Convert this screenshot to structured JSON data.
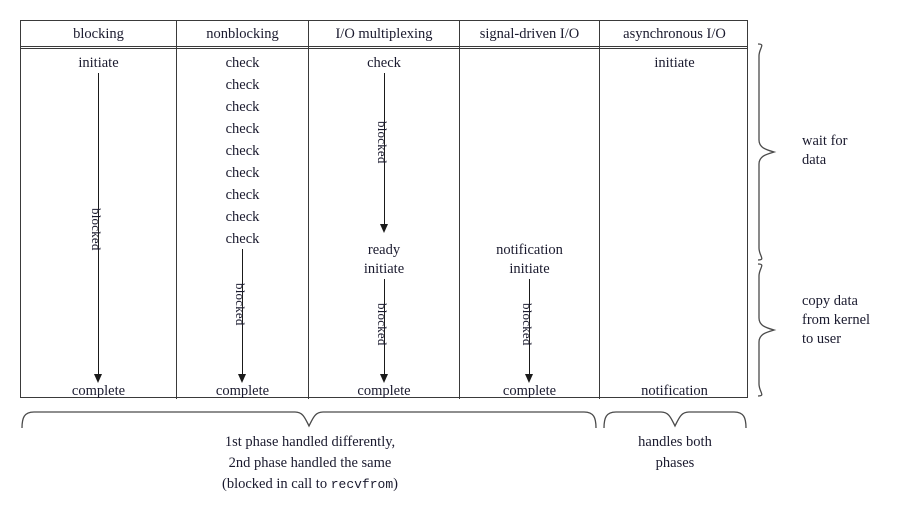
{
  "figure": {
    "title": "I/O models comparison",
    "colors": {
      "line": "#3a3a3a",
      "arrow": "#1a1a1a",
      "brace": "#4a4a4a",
      "text": "#1a1a2e",
      "background": "#ffffff"
    }
  },
  "table": {
    "headers": [
      "blocking",
      "nonblocking",
      "I/O multiplexing",
      "signal-driven I/O",
      "asynchronous I/O"
    ],
    "columns": [
      {
        "name": "blocking",
        "top_label": "initiate",
        "checks": [],
        "mid_labels": [],
        "blocked_label": "blocked",
        "bottom_label": "complete",
        "arrows": 1
      },
      {
        "name": "nonblocking",
        "top_label": "check",
        "checks": [
          "check",
          "check",
          "check",
          "check",
          "check",
          "check",
          "check",
          "check",
          "check"
        ],
        "mid_labels": [],
        "blocked_label": "blocked",
        "bottom_label": "complete",
        "arrows": 1
      },
      {
        "name": "I/O multiplexing",
        "top_label": "check",
        "checks": [],
        "mid_labels": [
          "ready",
          "initiate"
        ],
        "blocked_label": "blocked",
        "blocked_label_2": "blocked",
        "bottom_label": "complete",
        "arrows": 2
      },
      {
        "name": "signal-driven I/O",
        "top_label": "",
        "checks": [],
        "mid_labels": [
          "notification",
          "initiate"
        ],
        "blocked_label": "blocked",
        "bottom_label": "complete",
        "arrows": 1
      },
      {
        "name": "asynchronous I/O",
        "top_label": "initiate",
        "checks": [],
        "mid_labels": [],
        "blocked_label": "",
        "bottom_label": "notification",
        "arrows": 0
      }
    ]
  },
  "side_braces": [
    {
      "label_line1": "wait for",
      "label_line2": "data",
      "label_line3": ""
    },
    {
      "label_line1": "copy data",
      "label_line2": "from kernel",
      "label_line3": "to user"
    }
  ],
  "bottom_braces": [
    {
      "line1": "1st phase handled differently,",
      "line2": "2nd phase handled the same",
      "line3_pre": "(blocked in call to ",
      "line3_mono": "recvfrom",
      "line3_post": ")"
    },
    {
      "line1": "handles both",
      "line2": "phases",
      "line3_pre": "",
      "line3_mono": "",
      "line3_post": ""
    }
  ]
}
